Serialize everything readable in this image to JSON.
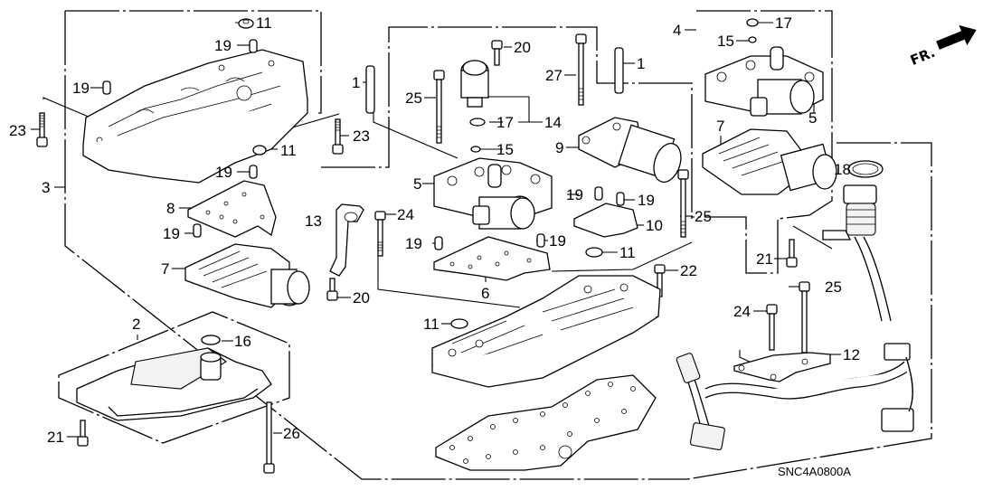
{
  "diagram": {
    "drawing_code": "SNC4A0800A",
    "direction_indicator": "FR.",
    "callouts": [
      {
        "id": "c11a",
        "number": "11",
        "part": "valve-seal"
      },
      {
        "id": "c19a",
        "number": "19",
        "part": "dowel-pin"
      },
      {
        "id": "c19b",
        "number": "19",
        "part": "dowel-pin"
      },
      {
        "id": "c23a",
        "number": "23",
        "part": "flange-bolt"
      },
      {
        "id": "c11b",
        "number": "11",
        "part": "valve-seal"
      },
      {
        "id": "c23b",
        "number": "23",
        "part": "flange-bolt"
      },
      {
        "id": "c3",
        "number": "3",
        "part": "valve-body-assembly"
      },
      {
        "id": "c19c",
        "number": "19",
        "part": "dowel-pin"
      },
      {
        "id": "c8",
        "number": "8",
        "part": "separator-plate"
      },
      {
        "id": "c19d",
        "number": "19",
        "part": "dowel-pin"
      },
      {
        "id": "c13",
        "number": "13",
        "part": "bracket"
      },
      {
        "id": "c24a",
        "number": "24",
        "part": "flange-bolt"
      },
      {
        "id": "c7a",
        "number": "7",
        "part": "solenoid-valve-body"
      },
      {
        "id": "c20a",
        "number": "20",
        "part": "flange-bolt"
      },
      {
        "id": "c2",
        "number": "2",
        "part": "atf-strainer-assembly"
      },
      {
        "id": "c16",
        "number": "16",
        "part": "o-ring"
      },
      {
        "id": "c21a",
        "number": "21",
        "part": "flange-bolt"
      },
      {
        "id": "c26",
        "number": "26",
        "part": "flange-bolt"
      },
      {
        "id": "c1a",
        "number": "1",
        "part": "dowel-pin"
      },
      {
        "id": "c25a",
        "number": "25",
        "part": "flange-bolt"
      },
      {
        "id": "c20b",
        "number": "20",
        "part": "flange-bolt"
      },
      {
        "id": "c17a",
        "number": "17",
        "part": "o-ring"
      },
      {
        "id": "c14",
        "number": "14",
        "part": "linear-solenoid-assembly"
      },
      {
        "id": "c15a",
        "number": "15",
        "part": "o-ring"
      },
      {
        "id": "c5a",
        "number": "5",
        "part": "solenoid-body"
      },
      {
        "id": "c27",
        "number": "27",
        "part": "flange-bolt"
      },
      {
        "id": "c1b",
        "number": "1",
        "part": "dowel-pin"
      },
      {
        "id": "c9",
        "number": "9",
        "part": "shift-solenoid"
      },
      {
        "id": "c19e",
        "number": "19",
        "part": "dowel-pin"
      },
      {
        "id": "c19f",
        "number": "19",
        "part": "dowel-pin"
      },
      {
        "id": "c10",
        "number": "10",
        "part": "separator-plate"
      },
      {
        "id": "c25b",
        "number": "25",
        "part": "flange-bolt"
      },
      {
        "id": "c19g",
        "number": "19",
        "part": "dowel-pin"
      },
      {
        "id": "c19h",
        "number": "19",
        "part": "dowel-pin"
      },
      {
        "id": "c11c",
        "number": "11",
        "part": "valve-seal"
      },
      {
        "id": "c6",
        "number": "6",
        "part": "separator-plate"
      },
      {
        "id": "c22",
        "number": "22",
        "part": "flange-bolt"
      },
      {
        "id": "c11d",
        "number": "11",
        "part": "valve-seal"
      },
      {
        "id": "c4",
        "number": "4",
        "part": "solenoid-assembly"
      },
      {
        "id": "c17b",
        "number": "17",
        "part": "o-ring"
      },
      {
        "id": "c15b",
        "number": "15",
        "part": "o-ring"
      },
      {
        "id": "c5b",
        "number": "5",
        "part": "solenoid-body"
      },
      {
        "id": "c7b",
        "number": "7",
        "part": "solenoid-valve-body"
      },
      {
        "id": "c18",
        "number": "18",
        "part": "o-ring"
      },
      {
        "id": "c21b",
        "number": "21",
        "part": "flange-bolt"
      },
      {
        "id": "c24b",
        "number": "24",
        "part": "flange-bolt"
      },
      {
        "id": "c25c",
        "number": "25",
        "part": "flange-bolt"
      },
      {
        "id": "c12",
        "number": "12",
        "part": "harness-bracket"
      }
    ]
  }
}
